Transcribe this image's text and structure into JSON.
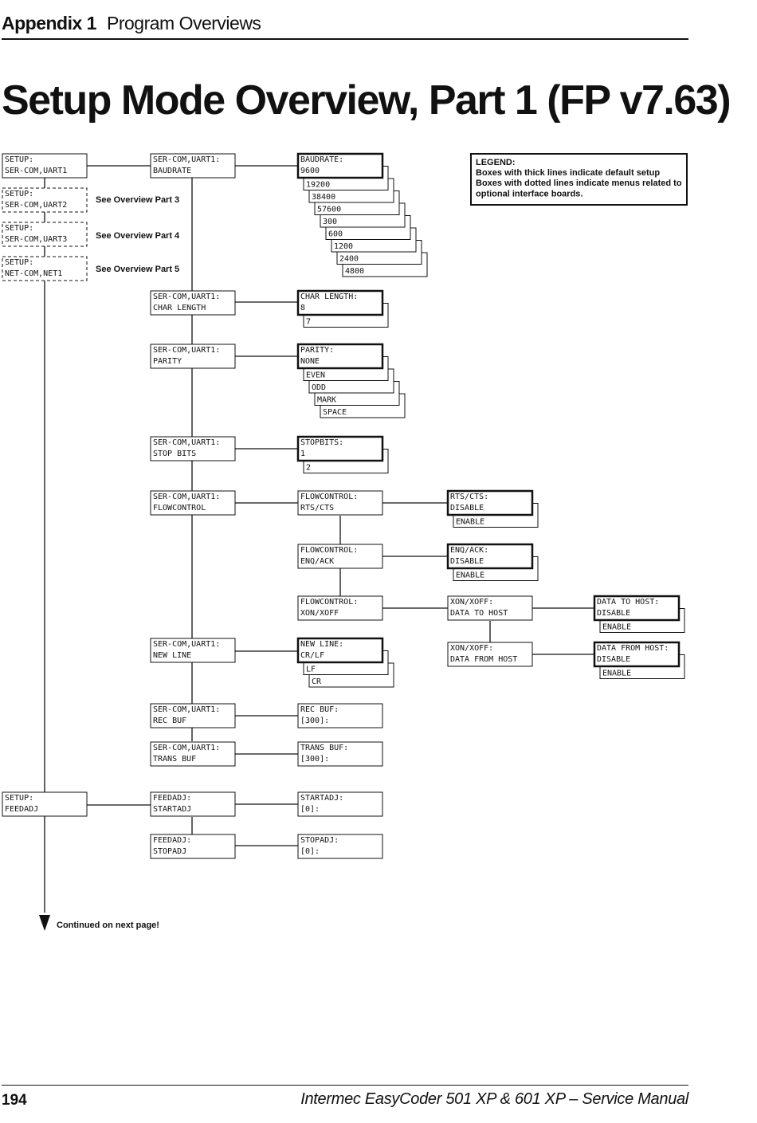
{
  "header": {
    "appendix": "Appendix 1",
    "section": "Program Overviews"
  },
  "title": "Setup Mode Overview, Part 1 (FP v7.63)",
  "footer": {
    "page_number": "194",
    "manual": "Intermec EasyCoder 501 XP & 601 XP – Service Manual"
  },
  "legend": {
    "heading": "LEGEND:",
    "lines": [
      "Boxes with thick lines indicate default setup",
      "Boxes with dotted lines indicate menus related to",
      "optional interface boards."
    ]
  },
  "notes": {
    "part3": "See Overview Part 3",
    "part4": "See Overview Part 4",
    "part5": "See Overview Part 5",
    "continued": "Continued on next page!"
  },
  "diagram": {
    "left_menus": [
      {
        "line1": "SETUP:",
        "line2": "SER-COM,UART1"
      },
      {
        "line1": "SETUP:",
        "line2": "SER-COM,UART2"
      },
      {
        "line1": "SETUP:",
        "line2": "SER-COM,UART3"
      },
      {
        "line1": "SETUP:",
        "line2": "NET-COM,NET1"
      },
      {
        "line1": "SETUP:",
        "line2": "FEEDADJ"
      }
    ],
    "ser_com_menus": [
      {
        "line1": "SER-COM,UART1:",
        "line2": "BAUDRATE"
      },
      {
        "line1": "SER-COM,UART1:",
        "line2": "CHAR LENGTH"
      },
      {
        "line1": "SER-COM,UART1:",
        "line2": "PARITY"
      },
      {
        "line1": "SER-COM,UART1:",
        "line2": "STOP BITS"
      },
      {
        "line1": "SER-COM,UART1:",
        "line2": "FLOWCONTROL"
      },
      {
        "line1": "SER-COM,UART1:",
        "line2": "NEW LINE"
      },
      {
        "line1": "SER-COM,UART1:",
        "line2": "REC BUF"
      },
      {
        "line1": "SER-COM,UART1:",
        "line2": "TRANS BUF"
      }
    ],
    "feedadj_menus": [
      {
        "line1": "FEEDADJ:",
        "line2": "STARTADJ"
      },
      {
        "line1": "FEEDADJ:",
        "line2": "STOPADJ"
      }
    ],
    "option_stacks": [
      {
        "title": "BAUDRATE:",
        "options": [
          "9600",
          "19200",
          "38400",
          "57600",
          "300",
          "600",
          "1200",
          "2400",
          "4800"
        ]
      },
      {
        "title": "CHAR LENGTH:",
        "options": [
          "8",
          "7"
        ]
      },
      {
        "title": "PARITY:",
        "options": [
          "NONE",
          "EVEN",
          "ODD",
          "MARK",
          "SPACE"
        ]
      },
      {
        "title": "STOPBITS:",
        "options": [
          "1",
          "2"
        ]
      },
      {
        "title": "NEW LINE:",
        "options": [
          "CR/LF",
          "LF",
          "CR"
        ]
      },
      {
        "title": "RTS/CTS:",
        "options": [
          "DISABLE",
          "ENABLE"
        ]
      },
      {
        "title": "ENQ/ACK:",
        "options": [
          "DISABLE",
          "ENABLE"
        ]
      },
      {
        "title": "DATA TO HOST:",
        "options": [
          "DISABLE",
          "ENABLE"
        ]
      },
      {
        "title": "DATA FROM HOST:",
        "options": [
          "DISABLE",
          "ENABLE"
        ]
      }
    ],
    "flowcontrol_menus": [
      {
        "line1": "FLOWCONTROL:",
        "line2": "RTS/CTS"
      },
      {
        "line1": "FLOWCONTROL:",
        "line2": "ENQ/ACK"
      },
      {
        "line1": "FLOWCONTROL:",
        "line2": "XON/XOFF"
      }
    ],
    "xonxoff_menus": [
      {
        "line1": "XON/XOFF:",
        "line2": "DATA TO HOST"
      },
      {
        "line1": "XON/XOFF:",
        "line2": "DATA FROM HOST"
      }
    ],
    "value_boxes": [
      {
        "line1": "REC BUF:",
        "line2": "[300]:"
      },
      {
        "line1": "TRANS BUF:",
        "line2": "[300]:"
      },
      {
        "line1": "STARTADJ:",
        "line2": "[0]:"
      },
      {
        "line1": "STOPADJ:",
        "line2": "[0]:"
      }
    ]
  }
}
